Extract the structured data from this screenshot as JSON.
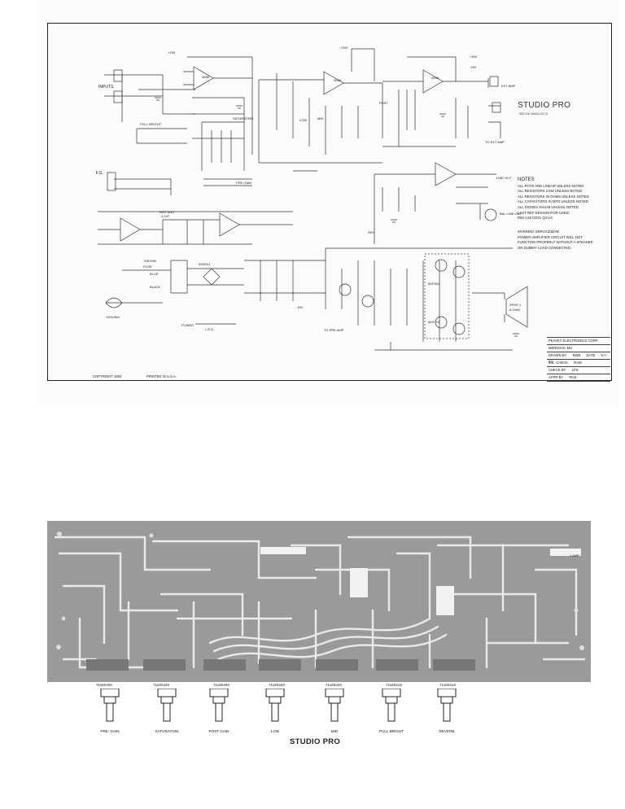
{
  "schematic": {
    "title": "STUDIO PRO",
    "subtitle": "BELO# WA40-0170",
    "labels": {
      "inputs": "INPUTS",
      "fs": "F.S.",
      "pull_bright": "PULL BRIGHT",
      "saturation": "SATURATION",
      "pre_gain": "PRE GAIN",
      "low": "LOW",
      "mid": "MID",
      "post": "POST",
      "rev_unit": "REV UNIT",
      "rev_unit_value": "4-24T",
      "to_pre_amp": "TO PRE AMP",
      "power": "POWER",
      "led": "L.E.D.",
      "line_voltage": "120V/60C",
      "fuse": "FUSE",
      "blue": "BLUE",
      "black": "BLACK",
      "ext_amp": "EXT AMP",
      "to_ext_amp": "TO EXT AMP",
      "line_out": "LINE OUT",
      "bal_line_out": "BAL LINE OUT",
      "speaker": "SPKR 1",
      "speaker_value": "8 OHM",
      "xfmr1": "70B7090",
      "xfmr2": "53021H",
      "ic_name": "4558",
      "plus15": "+15V",
      "minus15": "-15V",
      "rev": "REV",
      "mjf_top": "MJF802",
      "mjf_bottom": "MJE702"
    },
    "notes": {
      "heading": "NOTES",
      "lines": [
        "ALL POTS ARE LINEAR UNLESS NOTED",
        "ALL RESISTORS 1/4W UNLESS NOTED",
        "ALL RESISTORS IN OHMS UNLESS NOTED",
        "ALL CAPACITORS IN MFD UNLESS NOTED",
        "ALL DIODES IN4148 UNLESS NOTED",
        "LAST REF DESIGNATOR USED:",
        "R80  C45  CR31  Q4  U3"
      ]
    },
    "warning": {
      "heading": "WARNING SERVICEMAN!",
      "lines": [
        "POWER AMPLIFIER CIRCUIT WILL NOT",
        "FUNCTION PROPERLY WITHOUT A SPEAKER",
        "OR DUMMY LOAD CONNECTED."
      ]
    },
    "title_block": {
      "company": "PEAVEY ELECTRONICS CORP.",
      "city": "MERIDIAN, MS",
      "drawn_by_label": "DRAWN BY",
      "drawn_by": "RWB",
      "date_label": "DATE",
      "date": "6-7-83",
      "ce_check_label": "C.E. CHECK",
      "ce_check": "RAW",
      "check_by_label": "CHECK BY",
      "check_by": "LPS",
      "appr_label": "APPR BY",
      "appr": "RGS"
    },
    "copyright": "COPYRIGHT 1983",
    "printed": "PRINTED IN U.S.A."
  },
  "pcb": {
    "title": "STUDIO PRO",
    "fuse_label": "1 AMP",
    "pots": [
      {
        "code": "71180400",
        "label": "PRE. GAIN"
      },
      {
        "code": "71180420",
        "label": "SATURATION"
      },
      {
        "code": "71180400",
        "label": "POST GAIN"
      },
      {
        "code": "71180420",
        "label": "LOW"
      },
      {
        "code": "71180420",
        "label": "MID"
      },
      {
        "code": "71180415",
        "label": "PULL BRIGHT"
      },
      {
        "code": "71180410",
        "label": "REVERB"
      }
    ]
  },
  "colors": {
    "paper": "#fbfbfb",
    "ink": "#222222",
    "pcb_board": "#9a9a9a",
    "pcb_trace": "#e8e8e8"
  }
}
